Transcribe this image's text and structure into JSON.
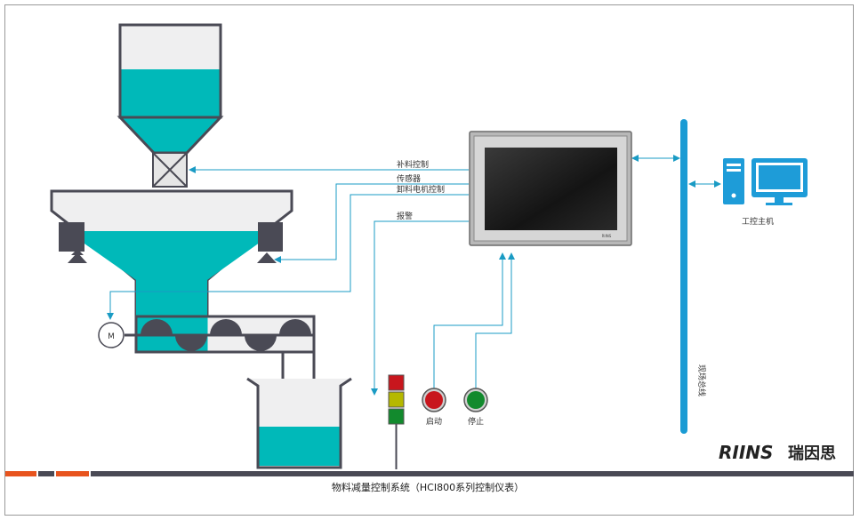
{
  "colors": {
    "material": "#00b9b9",
    "equipment": "#4a4a55",
    "signal": "#1a9bc4",
    "bus": "#1a9bd4",
    "accent_orange": "#e8541e"
  },
  "signals": {
    "replenish": "补料控制",
    "sensor": "传感器",
    "discharge_motor": "卸料电机控制",
    "alarm": "报警"
  },
  "motor": {
    "symbol": "M"
  },
  "buttons": {
    "start": "启动",
    "stop": "停止"
  },
  "bus": {
    "label": "现场总线"
  },
  "pc": {
    "label": "工控主机"
  },
  "hmi": {
    "badge": "RIINS"
  },
  "logo": {
    "text": "RIINS",
    "cn": "瑞因思"
  },
  "footer": {
    "caption": "物料减量控制系统（HCI800系列控制仪表）"
  },
  "icons": [
    "valve-icon",
    "motor-icon",
    "computer-icon",
    "indicator-lamp-icon"
  ]
}
